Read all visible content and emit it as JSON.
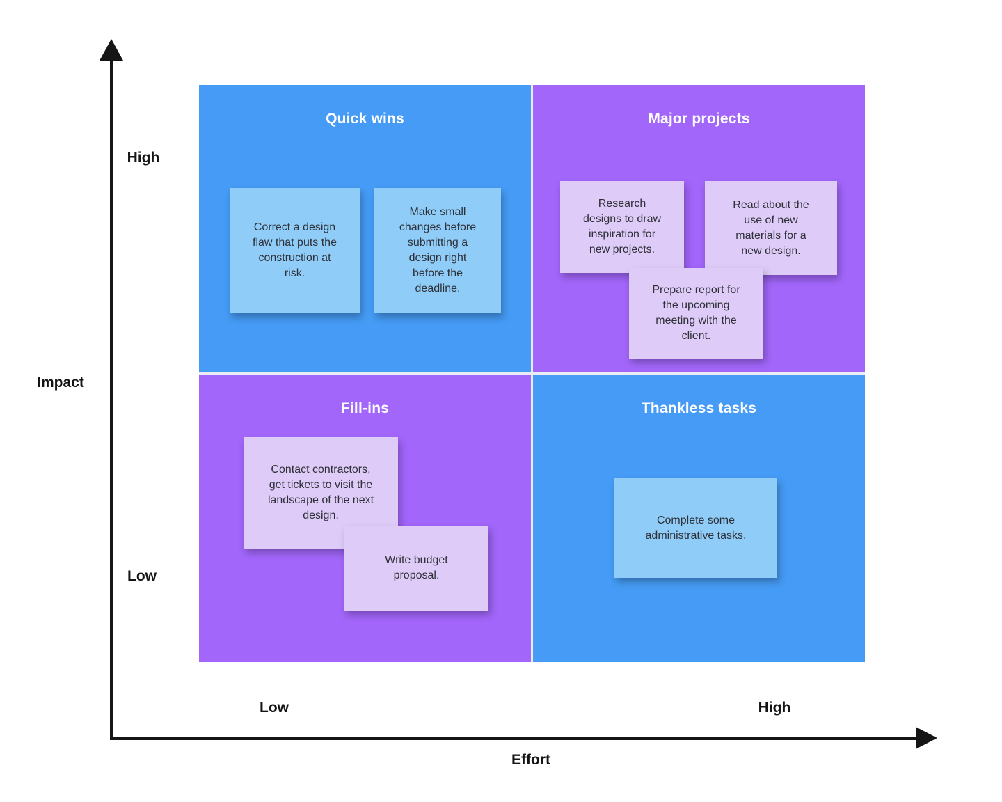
{
  "colors": {
    "quadrant-blue": "#459bf5",
    "quadrant-purple": "#a266fa",
    "note-blue": "#8fcdf8",
    "note-purple": "#decbf7",
    "title-text": "#ffffff",
    "note-text": "#2e3038",
    "axis": "#151515"
  },
  "axes": {
    "y": {
      "label": "Impact",
      "high": "High",
      "low": "Low"
    },
    "x": {
      "label": "Effort",
      "low": "Low",
      "high": "High"
    }
  },
  "quadrants": [
    {
      "id": "quick-wins",
      "title": "Quick wins",
      "notes": [
        {
          "text": "Correct a design\nflaw that puts the\nconstruction at\nrisk."
        },
        {
          "text": "Make small\nchanges before\nsubmitting a\ndesign right\nbefore the\ndeadline."
        }
      ]
    },
    {
      "id": "major-projects",
      "title": "Major projects",
      "notes": [
        {
          "text": "Research\ndesigns to draw\ninspiration for\nnew projects."
        },
        {
          "text": "Read about the\nuse of new\nmaterials for a\nnew design."
        },
        {
          "text": "Prepare report for\nthe upcoming\nmeeting with the\nclient."
        }
      ]
    },
    {
      "id": "fill-ins",
      "title": "Fill-ins",
      "notes": [
        {
          "text": "Contact contractors,\nget tickets to visit the\nlandscape of the next\ndesign."
        },
        {
          "text": "Write budget\nproposal."
        }
      ]
    },
    {
      "id": "thankless-tasks",
      "title": "Thankless tasks",
      "notes": [
        {
          "text": "Complete some\nadministrative tasks."
        }
      ]
    }
  ]
}
